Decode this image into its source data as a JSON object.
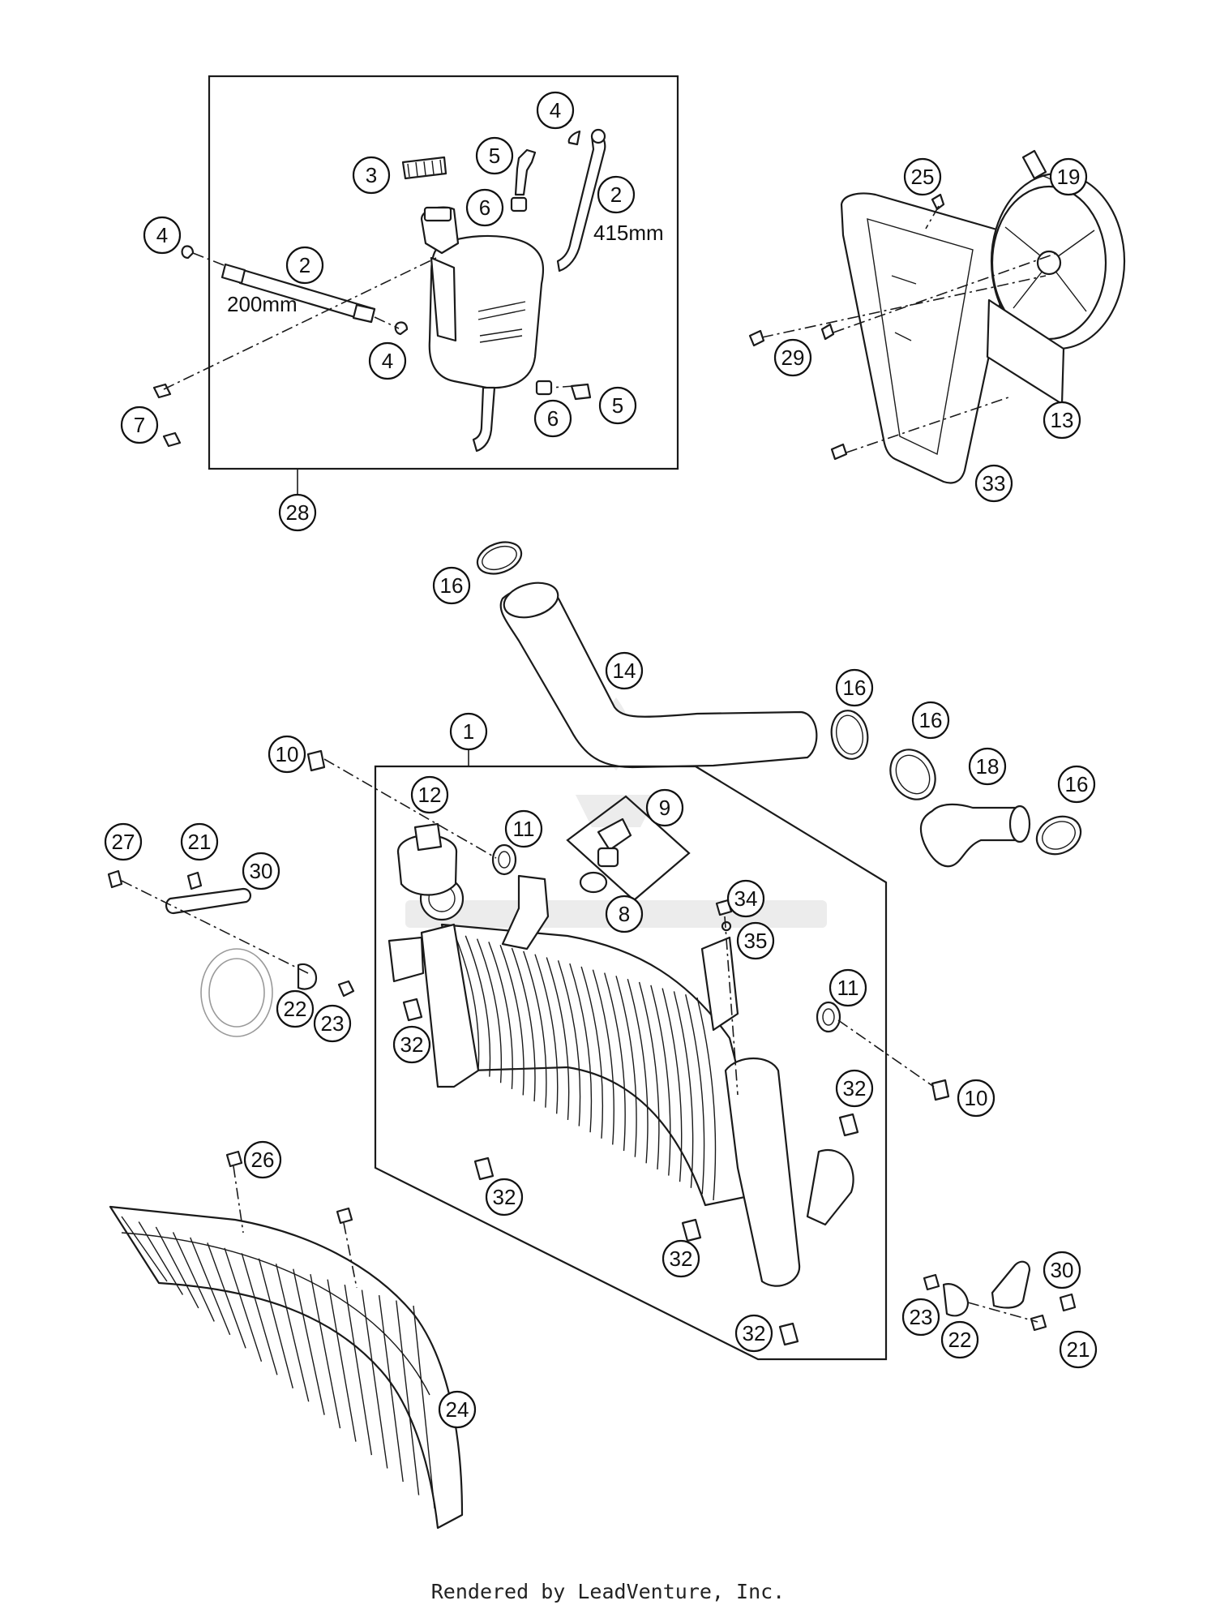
{
  "diagram": {
    "callouts": {
      "c1": "1",
      "c2a": "2",
      "c2b": "2",
      "c3": "3",
      "c4a": "4",
      "c4b": "4",
      "c4c": "4",
      "c5a": "5",
      "c5b": "5",
      "c6a": "6",
      "c6b": "6",
      "c7": "7",
      "c8": "8",
      "c9": "9",
      "c10a": "10",
      "c10b": "10",
      "c11a": "11",
      "c11b": "11",
      "c12": "12",
      "c13": "13",
      "c14": "14",
      "c16a": "16",
      "c16b": "16",
      "c16c": "16",
      "c16d": "16",
      "c18": "18",
      "c19": "19",
      "c21a": "21",
      "c21b": "21",
      "c22a": "22",
      "c22b": "22",
      "c23a": "23",
      "c23b": "23",
      "c24": "24",
      "c25": "25",
      "c26": "26",
      "c27": "27",
      "c28": "28",
      "c29": "29",
      "c30a": "30",
      "c30b": "30",
      "c32a": "32",
      "c32b": "32",
      "c32c": "32",
      "c32d": "32",
      "c32e": "32",
      "c33": "33",
      "c34": "34",
      "c35": "35"
    },
    "dimensions": {
      "hose_long": "415mm",
      "hose_short": "200mm"
    }
  },
  "footer": {
    "credit": "Rendered by LeadVenture, Inc."
  }
}
